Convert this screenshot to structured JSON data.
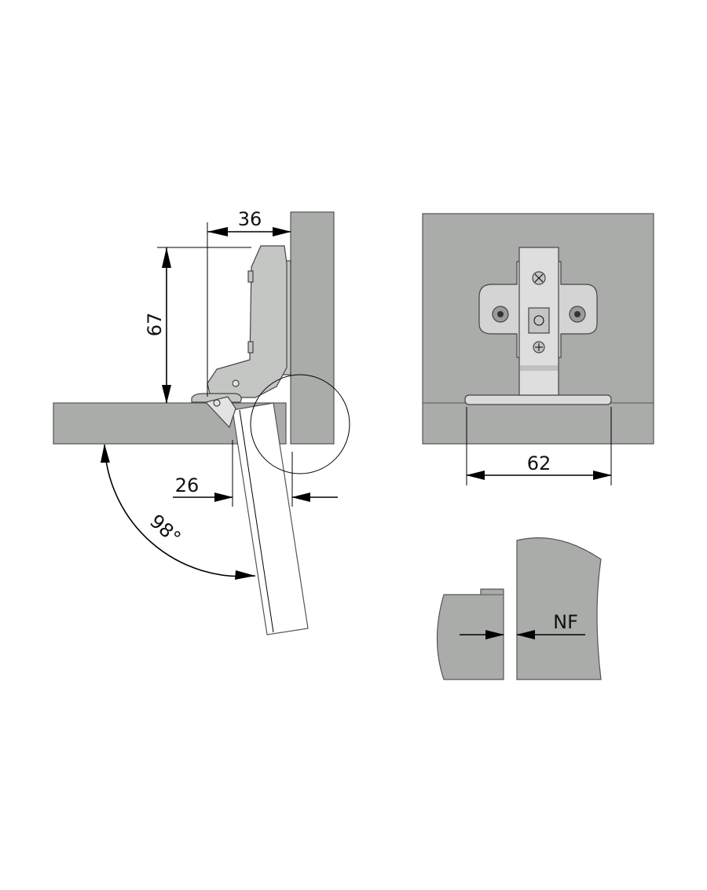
{
  "title": "Concealed hinge dimension drawing",
  "dimensions": {
    "arm_depth": "36",
    "arm_height": "67",
    "door_clearance": "26",
    "opening_angle": "98°",
    "plate_width": "62",
    "overlay_gap": "NF"
  },
  "colors": {
    "panel": "#a9aca9",
    "metal": "#c4c6c4",
    "line": "#000000"
  }
}
